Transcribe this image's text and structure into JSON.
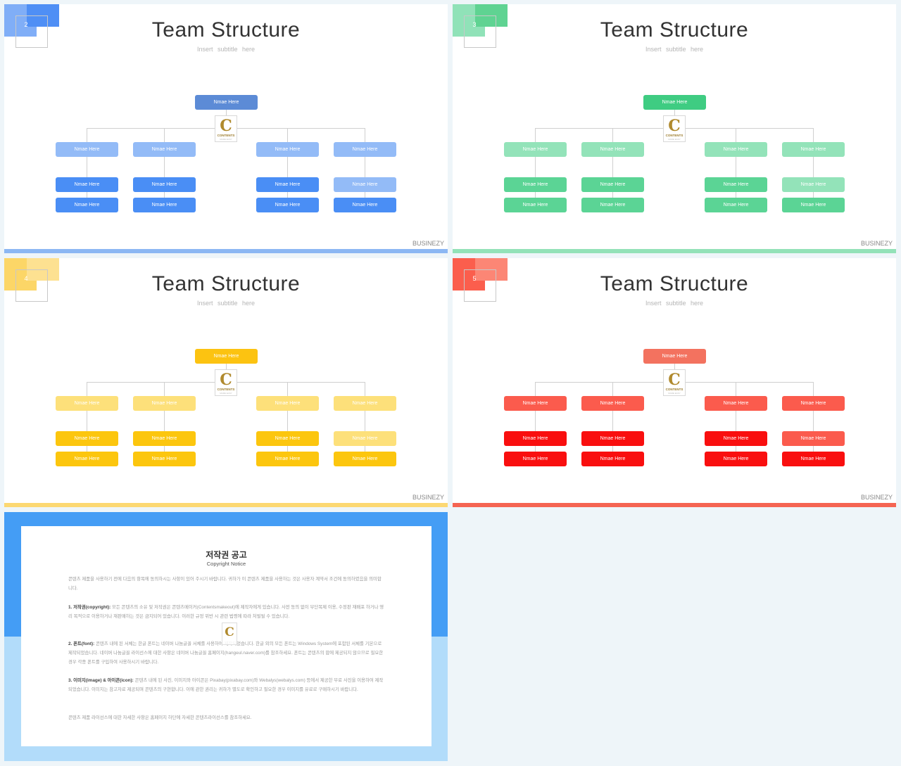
{
  "slides": [
    {
      "number": "2",
      "title": "Team Structure",
      "subtitle": "Insert  subtitle  here",
      "brand": "BUSINEZY",
      "colors": {
        "deco_a": "#80aef7",
        "deco_b": "#4f8ff5",
        "root": "#5c8bd6",
        "light": "#93bbf7",
        "dark": "#4a8ef5",
        "bar": "#8cb7f3"
      },
      "nodes": {
        "root": "Nmae  Here",
        "level2": [
          "Nmae  Here",
          "Nmae  Here",
          "Nmae  Here",
          "Nmae  Here"
        ],
        "level3": [
          "Nmae  Here",
          "Nmae  Here",
          "Nmae  Here",
          "Nmae  Here"
        ],
        "level4": [
          "Nmae  Here",
          "Nmae  Here",
          "Nmae  Here",
          "Nmae  Here"
        ]
      }
    },
    {
      "number": "3",
      "title": "Team Structure",
      "subtitle": "Insert  subtitle  here",
      "brand": "BUSINEZY",
      "colors": {
        "deco_a": "#90e2b8",
        "deco_b": "#5fd392",
        "root": "#3fcc82",
        "light": "#93e3b9",
        "dark": "#5bd495",
        "bar": "#93e2b8"
      },
      "nodes": {
        "root": "Nmae  Here",
        "level2": [
          "Nmae  Here",
          "Nmae  Here",
          "Nmae  Here",
          "Nmae  Here"
        ],
        "level3": [
          "Nmae  Here",
          "Nmae  Here",
          "Nmae  Here",
          "Nmae  Here"
        ],
        "level4": [
          "Nmae  Here",
          "Nmae  Here",
          "Nmae  Here",
          "Nmae  Here"
        ]
      }
    },
    {
      "number": "4",
      "title": "Team Structure",
      "subtitle": "Insert  subtitle  here",
      "brand": "BUSINEZY",
      "colors": {
        "deco_a": "#fcd667",
        "deco_b": "#fde191",
        "root": "#fcc311",
        "light": "#fde07a",
        "dark": "#fcc60e",
        "bar": "#fcd872"
      },
      "nodes": {
        "root": "Nmae  Here",
        "level2": [
          "Nmae  Here",
          "Nmae  Here",
          "Nmae  Here",
          "Nmae  Here"
        ],
        "level3": [
          "Nmae  Here",
          "Nmae  Here",
          "Nmae  Here",
          "Nmae  Here"
        ],
        "level4": [
          "Nmae  Here",
          "Nmae  Here",
          "Nmae  Here",
          "Nmae  Here"
        ]
      }
    },
    {
      "number": "5",
      "title": "Team Structure",
      "subtitle": "Insert  subtitle  here",
      "brand": "BUSINEZY",
      "colors": {
        "deco_a": "#fb5e4d",
        "deco_b": "#fc8675",
        "root": "#f3725f",
        "light": "#fb5b4d",
        "dark": "#f90f0f",
        "bar": "#f56452"
      },
      "nodes": {
        "root": "Nmae  Here",
        "level2": [
          "Nmae  Here",
          "Nmae  Here",
          "Nmae  Here",
          "Nmae  Here"
        ],
        "level3": [
          "Nmae  Here",
          "Nmae  Here",
          "Nmae  Here",
          "Nmae  Here"
        ],
        "level4": [
          "Nmae  Here",
          "Nmae  Here",
          "Nmae  Here",
          "Nmae  Here"
        ]
      }
    }
  ],
  "logo": {
    "letter": "C",
    "name": "CONTENTS",
    "tagline": "MADE EASY"
  },
  "copyright": {
    "title": "저작권 공고",
    "subtitle": "Copyright Notice",
    "intro": "콘텐츠 제품을 사용하기 전에 다음의 항목에 동의하시는 사항이 있어 주시기 바랍니다. 귀하가 이 콘텐츠 제품을 사용하는 것은 사용자 계약서 조건에 동의하였음을 의미합니다.",
    "items": [
      {
        "heading": "1. 저작권(copyright):",
        "body": " 모든 콘텐츠의 소유 및 저작권은 콘텐츠메이커(Contentsmakeout)에 제작자에게 있습니다. 사전 동의 없이 무단복제 이용, 수정판 재배포 하거나 영리 목적으로 이용하거나 재판매하는 것은 금지되어 있습니다. 이러한 규정 위반 시 관련 법령에 따라 처벌될 수 있습니다."
      },
      {
        "heading": "2. 폰트(font):",
        "body": " 콘텐츠 내에 된 서체는 한글 폰트는 네이버 나눔글꼴 서체를 사용하여 제작되었습니다. 한글 외의 모든 폰트는 Windows System에 포함된 서체를 기본으로 제작되었습니다. 네이버 나눔글꼴 라이선스에 대한 사항은 네이버 나눔글꼴 홈페이지(hangeul.naver.com)를 참조하세요. 폰트는 콘텐츠의 합에 제공되지 않으므로 필요한 경우 각종 폰트를 구입하여 사용하시기 바랍니다."
      },
      {
        "heading": "3. 이미지(image) & 아이콘(icon):",
        "body": " 콘텐츠 내에 된 사진, 이미지와 아이콘은 Pixabay(pixabay.com)와 Webalys(webalys.com) 등에서 제공한 무료 사진을 이용하여 제작되었습니다. 이미지는 참고자료 제공되며 콘텐츠의 구현합니다. 이에 관한 권리는 귀하가 별도로 확인하고 필요한 경우 이미지를 유료로 구매하시기 바랍니다."
      }
    ],
    "footer": "콘텐츠 제품 라이선스에 대한 자세한 사항은 홈페이지 하단에 자세한 콘텐츠라이선스를 참조하세요."
  }
}
